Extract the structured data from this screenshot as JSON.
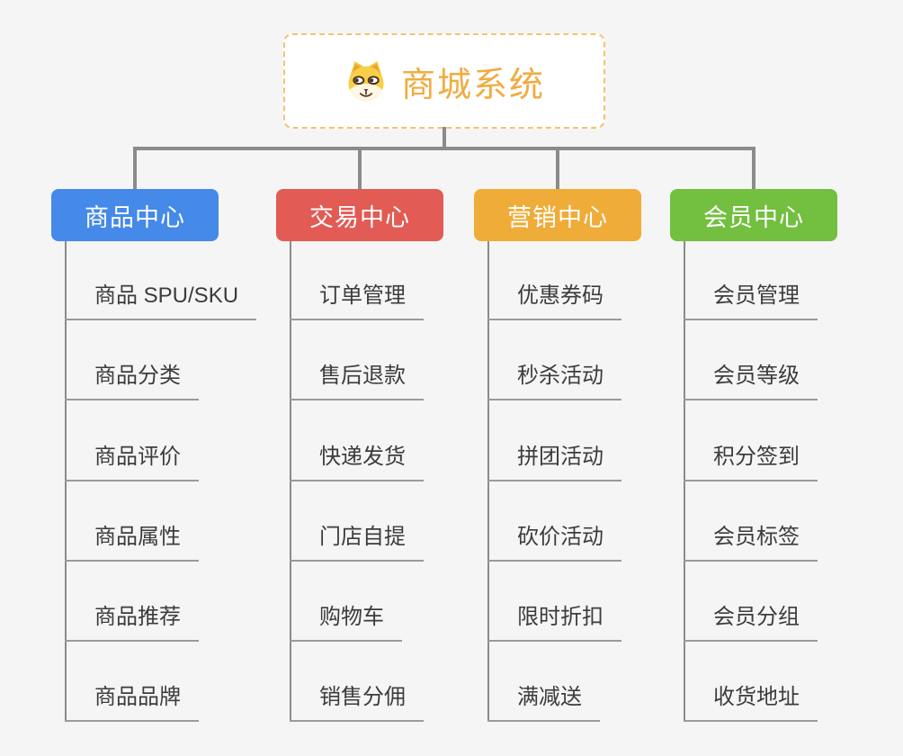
{
  "root": {
    "title": "商城系统",
    "icon": "dog-face-icon"
  },
  "colors": {
    "background": "#F5F5F5",
    "root_border": "#F2C470",
    "root_title": "#F0AC41",
    "connector": "#8B8B8B",
    "leaf_underline": "#9A9A9A",
    "leaf_text": "#3C3C3C",
    "branch_product": "#4589E9",
    "branch_trade": "#E25B54",
    "branch_marketing": "#EFAC38",
    "branch_member": "#73BF40"
  },
  "branches": [
    {
      "label": "商品中心",
      "color": "#4589E9",
      "items": [
        "商品 SPU/SKU",
        "商品分类",
        "商品评价",
        "商品属性",
        "商品推荐",
        "商品品牌"
      ]
    },
    {
      "label": "交易中心",
      "color": "#E25B54",
      "items": [
        "订单管理",
        "售后退款",
        "快递发货",
        "门店自提",
        "购物车",
        "销售分佣"
      ]
    },
    {
      "label": "营销中心",
      "color": "#EFAC38",
      "items": [
        "优惠券码",
        "秒杀活动",
        "拼团活动",
        "砍价活动",
        "限时折扣",
        "满减送"
      ]
    },
    {
      "label": "会员中心",
      "color": "#73BF40",
      "items": [
        "会员管理",
        "会员等级",
        "积分签到",
        "会员标签",
        "会员分组",
        "收货地址"
      ]
    }
  ]
}
